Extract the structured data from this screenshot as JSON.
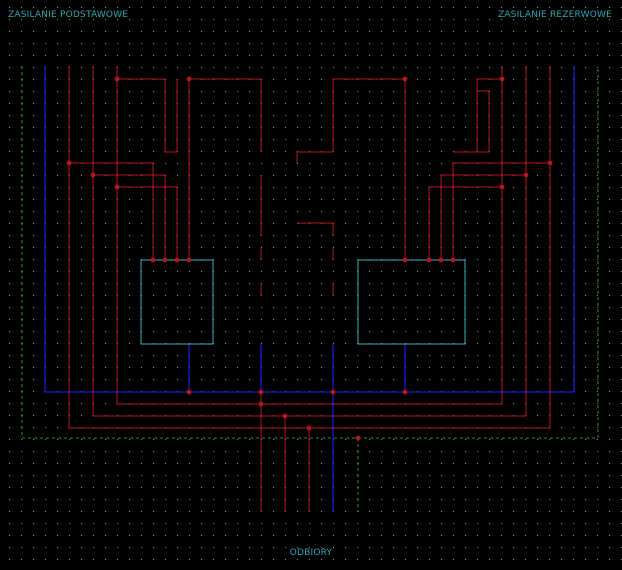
{
  "labels": {
    "primary_supply": "ZASILANIE PODSTAWOWE",
    "backup_supply": "ZASILANIE REZERWOWE",
    "loads": "ODBIORY"
  },
  "colors": {
    "background": "#000000",
    "grid_dot": "#8f8f8f",
    "phase_wire": "#b8141b",
    "neutral_wire": "#1a1ad6",
    "ground_wire": "#1f9e1f",
    "device_box": "#2fb5b8",
    "label_text": "#2aa8b5",
    "junction": "#b8141b"
  }
}
